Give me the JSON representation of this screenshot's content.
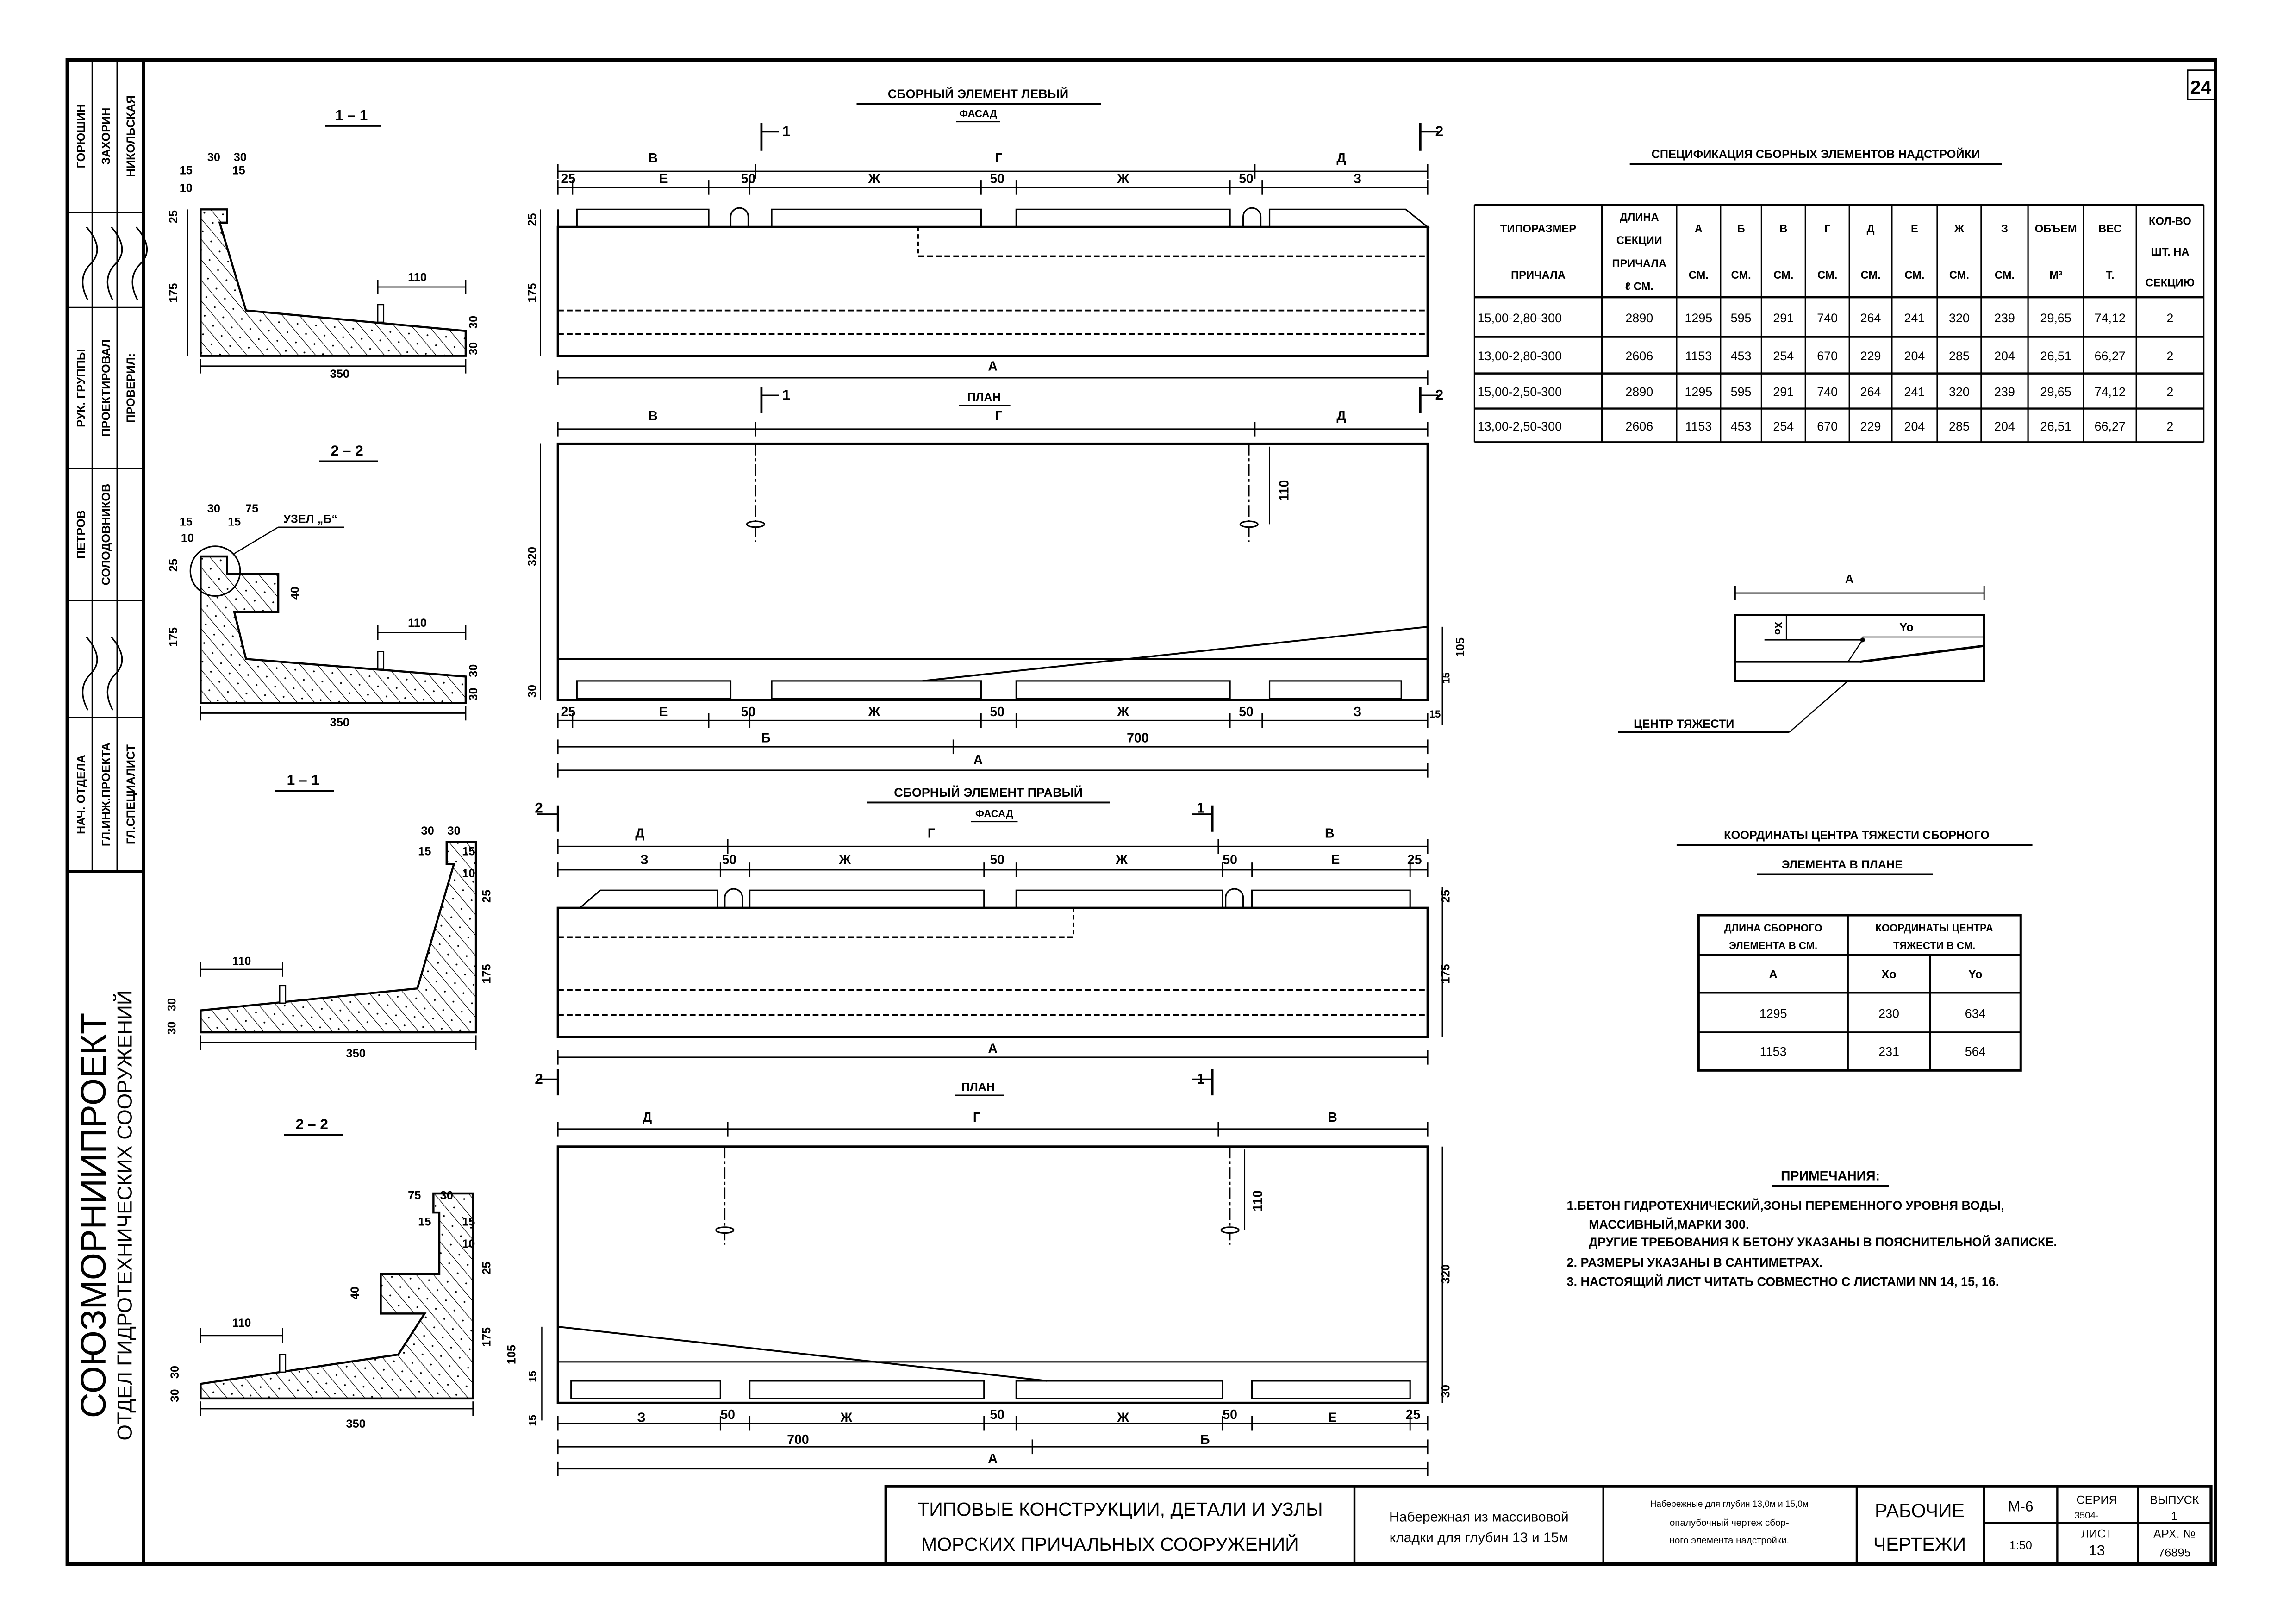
{
  "sheet_number": "24",
  "left_element": {
    "title": "СБОРНЫЙ ЭЛЕМЕНТ ЛЕВЫЙ",
    "facade": {
      "title": "ФАСАД",
      "cut_marks": [
        "1",
        "2"
      ],
      "top_dims": [
        "В",
        "Г",
        "Д"
      ],
      "segment_dims": [
        "25",
        "Е",
        "50",
        "Ж",
        "50",
        "Ж",
        "50",
        "З"
      ],
      "side_dims": [
        "25",
        "175"
      ],
      "overall": "А"
    },
    "plan": {
      "title": "ПЛАН",
      "cut_marks": [
        "1",
        "2"
      ],
      "top_dims": [
        "В",
        "Г",
        "Д"
      ],
      "segment_dims": [
        "25",
        "Е",
        "50",
        "Ж",
        "50",
        "Ж",
        "50",
        "З"
      ],
      "bottom_dims": [
        "Б",
        "700"
      ],
      "overall": "А",
      "side_dims": [
        "320",
        "30"
      ],
      "right_dims": [
        "105",
        "15",
        "15"
      ],
      "marker_dim": "110"
    }
  },
  "right_element": {
    "title": "СБОРНЫЙ ЭЛЕМЕНТ ПРАВЫЙ",
    "facade": {
      "title": "ФАСАД",
      "cut_marks": [
        "2",
        "1"
      ],
      "top_dims": [
        "Д",
        "Г",
        "В"
      ],
      "segment_dims": [
        "З",
        "50",
        "Ж",
        "50",
        "Ж",
        "50",
        "Е",
        "25"
      ],
      "side_dims": [
        "25",
        "175"
      ],
      "overall": "А"
    },
    "plan": {
      "title": "ПЛАН",
      "cut_marks": [
        "2",
        "1"
      ],
      "top_dims": [
        "Д",
        "Г",
        "В"
      ],
      "segment_dims": [
        "З",
        "50",
        "Ж",
        "50",
        "Ж",
        "50",
        "Е",
        "25"
      ],
      "bottom_dims": [
        "700",
        "Б"
      ],
      "overall": "А",
      "side_dims": [
        "320",
        "30"
      ],
      "left_dims": [
        "105",
        "15",
        "15"
      ],
      "marker_dim": "110"
    }
  },
  "sections": [
    {
      "title": "1 – 1",
      "dims": [
        "30",
        "30",
        "15",
        "15",
        "10",
        "25",
        "175",
        "110",
        "30",
        "30",
        "350"
      ]
    },
    {
      "title": "2 – 2",
      "node_label": "УЗЕЛ „Б“",
      "dims": [
        "30",
        "75",
        "15",
        "15",
        "10",
        "25",
        "40",
        "175",
        "110",
        "30",
        "30",
        "350"
      ]
    },
    {
      "title": "1 – 1",
      "dims": [
        "30",
        "30",
        "15",
        "15",
        "10",
        "25",
        "175",
        "110",
        "30",
        "30",
        "350"
      ]
    },
    {
      "title": "2 – 2",
      "dims": [
        "75",
        "30",
        "15",
        "15",
        "10",
        "40",
        "25",
        "175",
        "110",
        "30",
        "30",
        "350"
      ]
    }
  ],
  "spec_table": {
    "title": "СПЕЦИФИКАЦИЯ СБОРНЫХ ЭЛЕМЕНТОВ НАДСТРОЙКИ",
    "headers": [
      {
        "lines": [
          "ТИПОРАЗМЕР",
          "ПРИЧАЛА"
        ]
      },
      {
        "lines": [
          "ДЛИНА",
          "СЕКЦИИ",
          "ПРИЧАЛА",
          "ℓ СМ."
        ]
      },
      {
        "lines": [
          "А",
          "СМ."
        ]
      },
      {
        "lines": [
          "Б",
          "СМ."
        ]
      },
      {
        "lines": [
          "В",
          "СМ."
        ]
      },
      {
        "lines": [
          "Г",
          "СМ."
        ]
      },
      {
        "lines": [
          "Д",
          "СМ."
        ]
      },
      {
        "lines": [
          "Е",
          "СМ."
        ]
      },
      {
        "lines": [
          "Ж",
          "СМ."
        ]
      },
      {
        "lines": [
          "З",
          "СМ."
        ]
      },
      {
        "lines": [
          "ОБЪЕМ",
          "М³"
        ]
      },
      {
        "lines": [
          "ВЕС",
          "Т."
        ]
      },
      {
        "lines": [
          "КОЛ-ВО",
          "ШТ. НА",
          "СЕКЦИЮ"
        ]
      }
    ],
    "rows": [
      [
        "15,00-2,80-300",
        "2890",
        "1295",
        "595",
        "291",
        "740",
        "264",
        "241",
        "320",
        "239",
        "29,65",
        "74,12",
        "2"
      ],
      [
        "13,00-2,80-300",
        "2606",
        "1153",
        "453",
        "254",
        "670",
        "229",
        "204",
        "285",
        "204",
        "26,51",
        "66,27",
        "2"
      ],
      [
        "15,00-2,50-300",
        "2890",
        "1295",
        "595",
        "291",
        "740",
        "264",
        "241",
        "320",
        "239",
        "29,65",
        "74,12",
        "2"
      ],
      [
        "13,00-2,50-300",
        "2606",
        "1153",
        "453",
        "254",
        "670",
        "229",
        "204",
        "285",
        "204",
        "26,51",
        "66,27",
        "2"
      ]
    ]
  },
  "centroid_diagram": {
    "length_label": "А",
    "x_label": "Xo",
    "y_label": "Yo",
    "callout": "ЦЕНТР ТЯЖЕСТИ"
  },
  "centroid_table": {
    "title_line1": "КООРДИНАТЫ ЦЕНТРА ТЯЖЕСТИ СБОРНОГО",
    "title_line2": "ЭЛЕМЕНТА В ПЛАНЕ",
    "header_length": [
      "ДЛИНА СБОРНОГО",
      "ЭЛЕМЕНТА В СМ."
    ],
    "header_coords": [
      "КООРДИНАТЫ ЦЕНТРА",
      "ТЯЖЕСТИ В СМ."
    ],
    "subheaders": [
      "А",
      "Xo",
      "Yo"
    ],
    "rows": [
      [
        "1295",
        "230",
        "634"
      ],
      [
        "1153",
        "231",
        "564"
      ]
    ]
  },
  "notes": {
    "title": "ПРИМЕЧАНИЯ:",
    "lines": [
      "1.БЕТОН ГИДРОТЕХНИЧЕСКИЙ,ЗОНЫ ПЕРЕМЕННОГО УРОВНЯ ВОДЫ,",
      "МАССИВНЫЙ,МАРКИ 300.",
      "ДРУГИЕ ТРЕБОВАНИЯ К БЕТОНУ УКАЗАНЫ В ПОЯСНИТЕЛЬНОЙ ЗАПИСКЕ.",
      "2. РАЗМЕРЫ УКАЗАНЫ В САНТИМЕТРАХ.",
      "3. НАСТОЯЩИЙ ЛИСТ ЧИТАТЬ СОВМЕСТНО С ЛИСТАМИ  NN 14, 15, 16."
    ]
  },
  "title_block": {
    "series_title": [
      "ТИПОВЫЕ КОНСТРУКЦИИ, ДЕТАЛИ И УЗЛЫ",
      "МОРСКИХ  ПРИЧАЛЬНЫХ СООРУЖЕНИЙ"
    ],
    "project": [
      "Набережная из массивовой",
      "кладки для глубин 13 и 15м"
    ],
    "sheet_title": [
      "Набережные для глубин 13,0м и 15,0м",
      "опалубочный чертеж сбор-",
      "ного элемента надстройки."
    ],
    "stage": [
      "РАБОЧИЕ",
      "ЧЕРТЕЖИ"
    ],
    "code": "М-6",
    "scale": "1:50",
    "series_label": "СЕРИЯ",
    "series_value": "3504-",
    "issue_label": "ВЫПУСК",
    "issue_value": "1",
    "sheet_label": "ЛИСТ",
    "sheet_value": "13",
    "archive_label": "АРХ. №",
    "archive_value": "76895"
  },
  "stamp": {
    "columns": [
      [
        "ГОРЮШИН",
        "РУК. ГРУППЫ",
        "ПЕТРОВ",
        "НАЧ. ОТДЕЛА"
      ],
      [
        "ЗАХОРИН",
        "ПРОЕКТИРОВАЛ",
        "СОЛОДОВНИКОВ",
        "ГЛ.ИНЖ.ПРОЕКТА"
      ],
      [
        "НИКОЛЬСКАЯ",
        "ПРОВЕРИЛ:",
        "",
        "ГЛ.СПЕЦИАЛИСТ"
      ]
    ],
    "organization": "СОЮЗМОРНИИПРОЕКТ",
    "department": "ОТДЕЛ ГИДРОТЕХНИЧЕСКИХ СООРУЖЕНИЙ"
  }
}
